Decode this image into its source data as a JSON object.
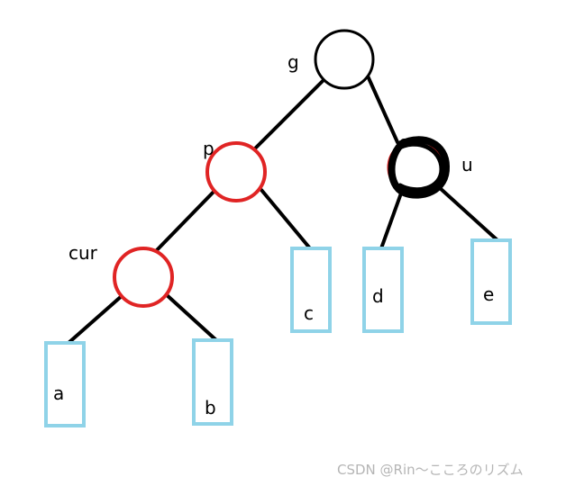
{
  "colors": {
    "edge": "#000000",
    "red_node": "#e02424",
    "black_node": "#000000",
    "leaf_box": "#8fd3e8",
    "background": "#ffffff",
    "watermark": "#b5b5b5"
  },
  "nodes": {
    "g": {
      "label": "g",
      "color": "black"
    },
    "p": {
      "label": "p",
      "color": "red"
    },
    "u": {
      "label": "u",
      "color": "black (recolored from red)"
    },
    "cur": {
      "label": "cur",
      "color": "red"
    }
  },
  "leaves": {
    "a": "a",
    "b": "b",
    "c": "c",
    "d": "d",
    "e": "e"
  },
  "watermark": "CSDN @Rin～こころのリズム"
}
